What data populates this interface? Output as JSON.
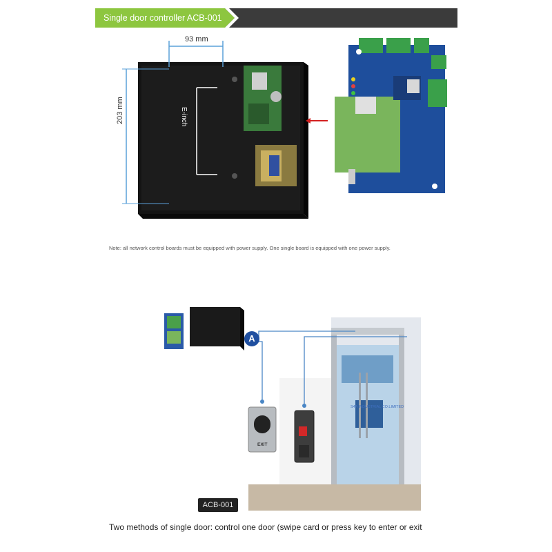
{
  "header": {
    "title": "Single door controller ACB-001",
    "accent_color": "#8dc63f",
    "bar_color": "#3b3b3b"
  },
  "product_figure": {
    "width_dimension": "93 mm",
    "height_dimension": "203 mm",
    "inner_label": "E-inch",
    "note": "Note: all network control boards must be equipped with power supply. One single board is equipped with one power supply."
  },
  "installation_figure": {
    "callout_label": "A",
    "exit_button_text": "EXIT",
    "door_glass_text": "S4A INDUSTRIAL CO.LIMITED",
    "model_tag": "ACB-001",
    "caption": "Two methods of single door: control one door (swipe card or press key to enter or exit"
  }
}
